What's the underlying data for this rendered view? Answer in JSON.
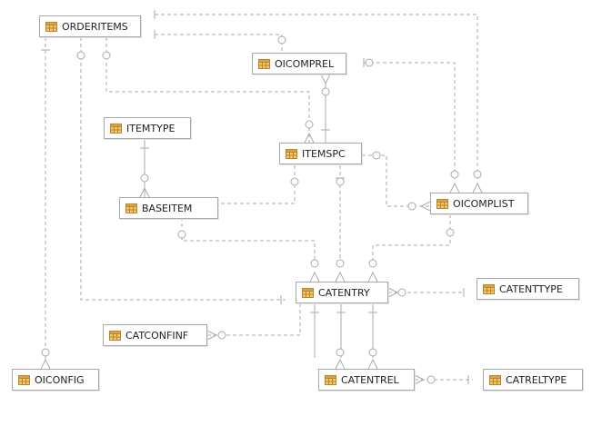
{
  "colors": {
    "line": "#aaaaaa",
    "box_border": "#a8a8a8",
    "icon_fill": "#f3c769",
    "icon_border": "#b8842c",
    "text": "#222222"
  },
  "entities": {
    "orderitems": "ORDERITEMS",
    "oicomprel": "OICOMPREL",
    "itemtype": "ITEMTYPE",
    "itemspc": "ITEMSPC",
    "baseitem": "BASEITEM",
    "oicomplist": "OICOMPLIST",
    "catentry": "CATENTRY",
    "catenttype": "CATENTTYPE",
    "catconfinf": "CATCONFINF",
    "oiconfig": "OICONFIG",
    "catentrel": "CATENTREL",
    "catreltype": "CATRELTYPE"
  },
  "entity_icon": "database-table-icon"
}
